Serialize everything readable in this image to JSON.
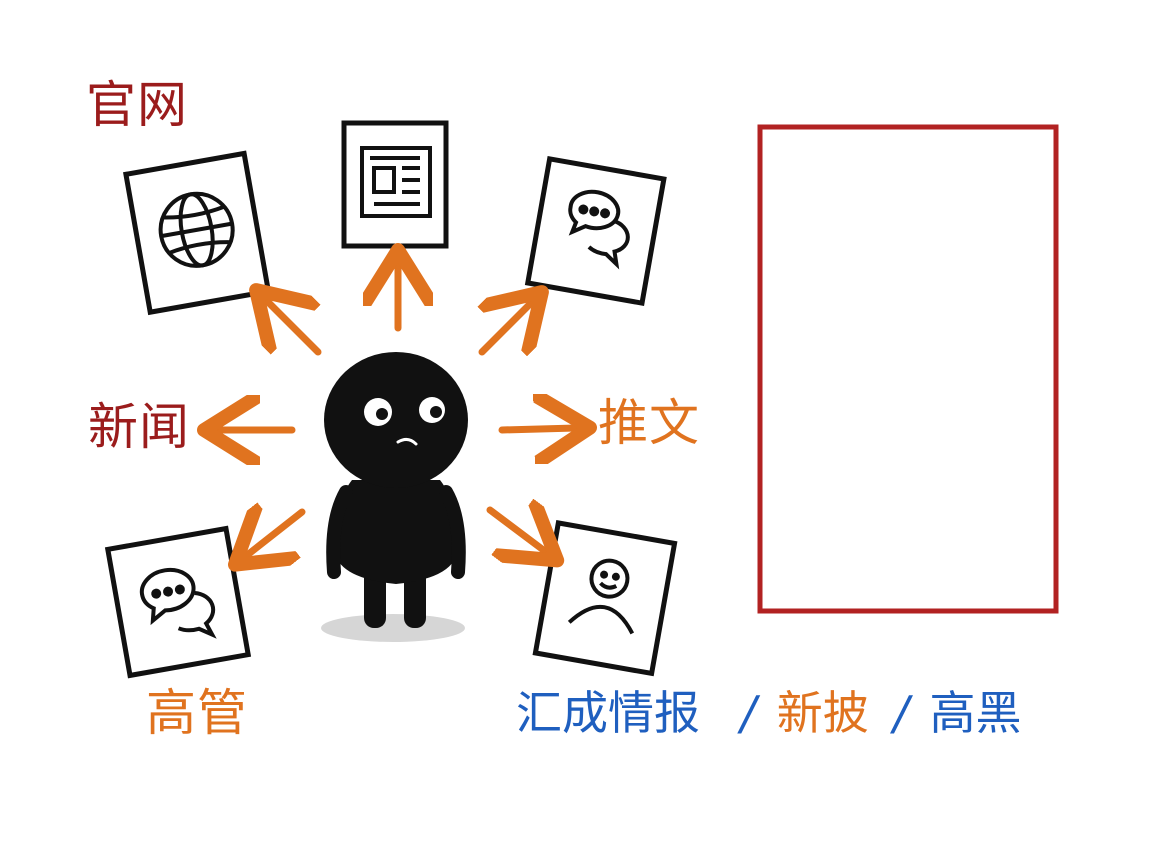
{
  "labels": {
    "guanwang": "官网",
    "xinwen": "新闻",
    "tuiwen": "推文",
    "gaoguan": "高管"
  },
  "caption": {
    "part1": "汇成情报",
    "sep1": "/",
    "part2": "新披",
    "sep2": "/",
    "part3": "高黑"
  },
  "colors": {
    "dark_red": "#9b1c1c",
    "orange": "#e0731f",
    "blue": "#1f5fbf",
    "frame_red": "#b22222",
    "ink": "#111111"
  },
  "icons": {
    "top_left_card": "globe-icon",
    "top_card": "newspaper-icon",
    "top_right_card": "chat-bubbles-icon",
    "bottom_left_card": "chat-bubbles-icon",
    "bottom_right_card": "person-icon",
    "center_figure": "character-figure"
  }
}
